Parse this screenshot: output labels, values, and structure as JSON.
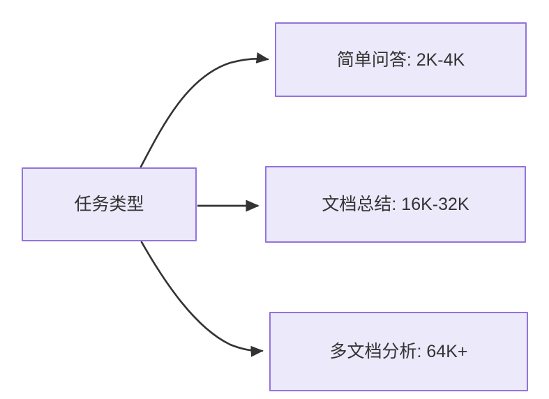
{
  "diagram": {
    "type": "flowchart",
    "direction": "left-to-right",
    "background_color": "#ffffff",
    "node_fill_color": "#ebe9fa",
    "node_border_color": "#9373dd",
    "node_text_color": "#333333",
    "edge_color": "#333333",
    "root": {
      "id": "root",
      "label": "任务类型"
    },
    "branches": [
      {
        "id": "simple-qa",
        "label": "简单问答: 2K-4K",
        "task": "简单问答",
        "context_length": "2K-4K",
        "edge": "curved-up"
      },
      {
        "id": "doc-summary",
        "label": "文档总结: 16K-32K",
        "task": "文档总结",
        "context_length": "16K-32K",
        "edge": "straight"
      },
      {
        "id": "multi-doc",
        "label": "多文档分析: 64K+",
        "task": "多文档分析",
        "context_length": "64K+",
        "edge": "curved-down"
      }
    ]
  }
}
